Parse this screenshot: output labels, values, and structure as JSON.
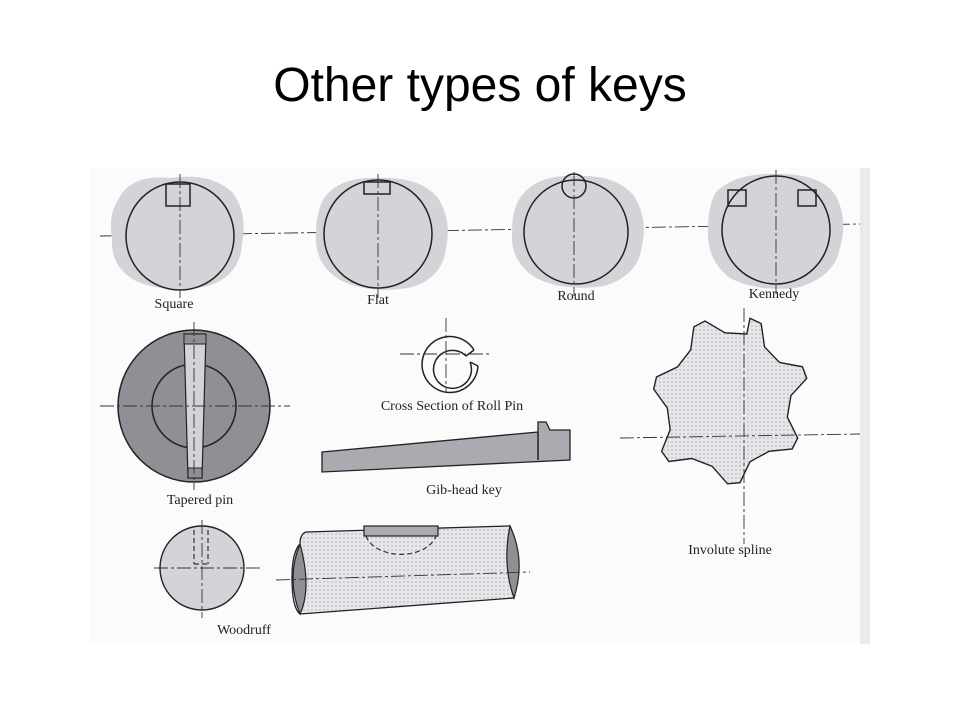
{
  "slide": {
    "title": "Other types of keys"
  },
  "labels": {
    "square": "Square",
    "flat": "Flat",
    "round": "Round",
    "kennedy": "Kennedy",
    "roll_pin": "Cross Section of Roll Pin",
    "tapered_pin": "Tapered pin",
    "gib_head": "Gib-head key",
    "involute_spline": "Involute spline",
    "woodruff": "Woodruff"
  },
  "colors": {
    "shading": "#d3d4d8",
    "dark_fill": "#8f9096",
    "line": "#222222"
  }
}
